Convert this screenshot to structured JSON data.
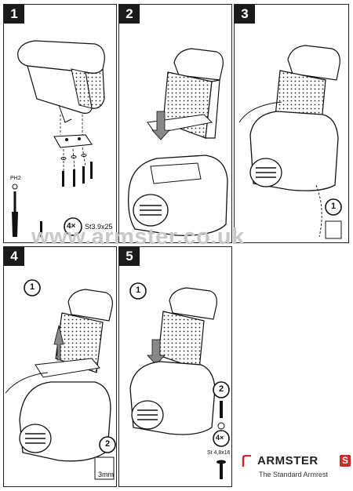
{
  "panels": [
    {
      "number": "1",
      "screw_qty": "4×",
      "screw_spec": "St3.9x25",
      "tool_label": "PH2"
    },
    {
      "number": "2"
    },
    {
      "number": "3",
      "step": "1"
    },
    {
      "number": "4",
      "step_a": "1",
      "step_b": "2",
      "drill": "3mm"
    },
    {
      "number": "5",
      "step_a": "1",
      "step_b": "2",
      "screw_qty": "4×",
      "screw_spec": "St 4,8x16"
    }
  ],
  "watermark": "www.armster.co.uk",
  "brand": {
    "name": "ARMSTER",
    "badge": "S",
    "tagline": "The Standard Armrest",
    "accent_color": "#d32626"
  }
}
